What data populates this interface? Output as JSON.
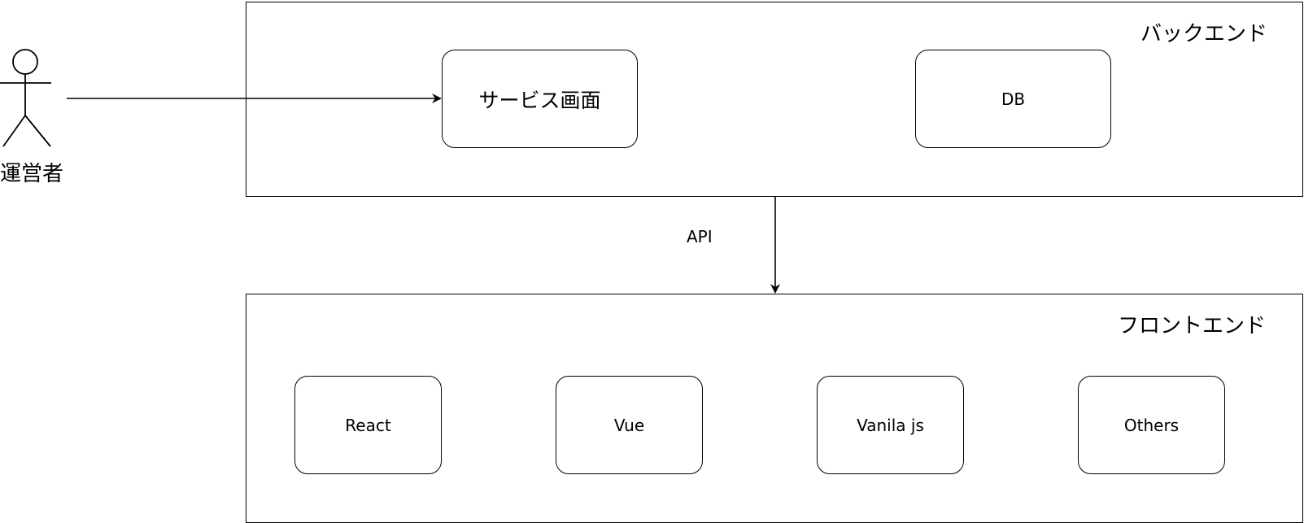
{
  "actor": {
    "label": "運営者"
  },
  "backend": {
    "title": "バックエンド",
    "nodes": {
      "service_screen": "サービス画面",
      "db": "DB"
    }
  },
  "connector": {
    "label": "API"
  },
  "frontend": {
    "title": "フロントエンド",
    "nodes": {
      "react": "React",
      "vue": "Vue",
      "vanila_js": "Vanila js",
      "others": "Others"
    }
  },
  "colors": {
    "stroke": "#000000",
    "background": "#ffffff"
  }
}
